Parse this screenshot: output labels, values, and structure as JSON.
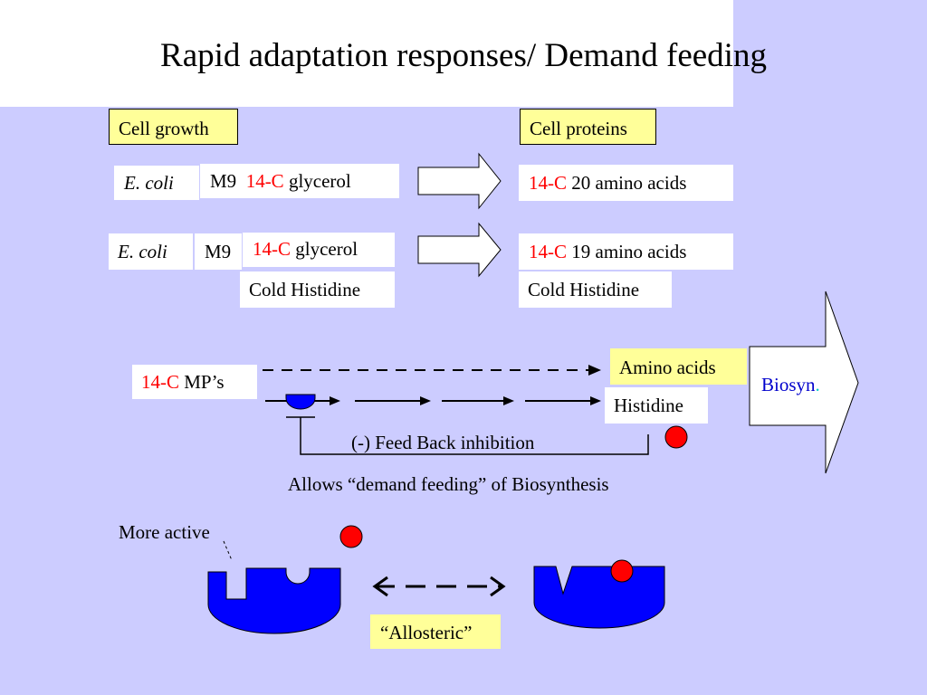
{
  "title": "Rapid adaptation responses/ Demand feeding",
  "headers": {
    "cell_growth": "Cell growth",
    "cell_proteins": "Cell proteins"
  },
  "row1": {
    "organism": "E. coli",
    "medium": "M9",
    "label": "14-C",
    "substrate": "glycerol",
    "result_label": "14-C",
    "result_text": "20 amino acids"
  },
  "row2": {
    "organism": "E. coli",
    "medium": "M9",
    "label": "14-C",
    "substrate": "glycerol",
    "supplement": "Cold Histidine",
    "result_label": "14-C",
    "result_text": "19 amino acids",
    "result_supplement": "Cold Histidine"
  },
  "pathway": {
    "source_label": "14-C",
    "source_text": "MP’s",
    "amino_acids": "Amino acids",
    "histidine": "Histidine",
    "biosyn": "Biosyn",
    "biosyn_dot": ".",
    "feedback": "(-) Feed Back inhibition",
    "caption": "Allows “demand feeding” of Biosynthesis"
  },
  "allosteric": {
    "more_active": "More active",
    "label": "“Allosteric”"
  },
  "colors": {
    "background": "#ccccff",
    "enzyme": "#0000ff",
    "effector": "#ff0000",
    "highlight_box": "#ffff99",
    "biosyn_text": "#0000cc"
  }
}
